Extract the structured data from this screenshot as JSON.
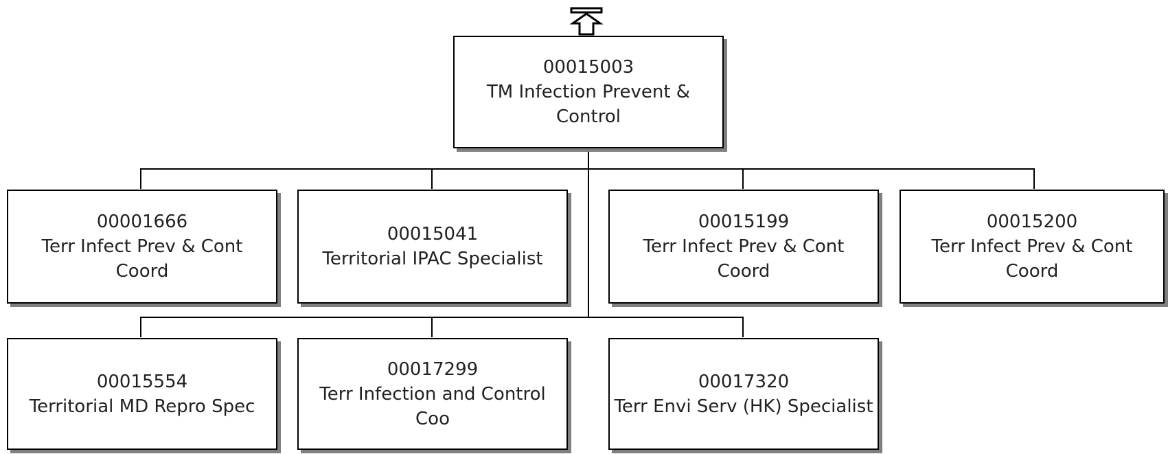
{
  "org_chart": {
    "up_navigation_icon": "up-arrow-icon",
    "root": {
      "id": "00015003",
      "title": "TM Infection Prevent & Control"
    },
    "children_row1": [
      {
        "id": "00001666",
        "title": "Terr Infect Prev & Cont Coord"
      },
      {
        "id": "00015041",
        "title": "Territorial IPAC Specialist"
      },
      {
        "id": "00015199",
        "title": "Terr Infect Prev & Cont Coord"
      },
      {
        "id": "00015200",
        "title": "Terr Infect Prev & Cont Coord"
      }
    ],
    "children_row2": [
      {
        "id": "00015554",
        "title": "Territorial MD Repro Spec"
      },
      {
        "id": "00017299",
        "title": "Terr Infection and Control Coo"
      },
      {
        "id": "00017320",
        "title": "Terr Envi Serv (HK) Specialist"
      }
    ],
    "colors": {
      "box_border": "#000000",
      "box_shadow": "#808080",
      "text": "#222222",
      "background": "#ffffff"
    }
  }
}
